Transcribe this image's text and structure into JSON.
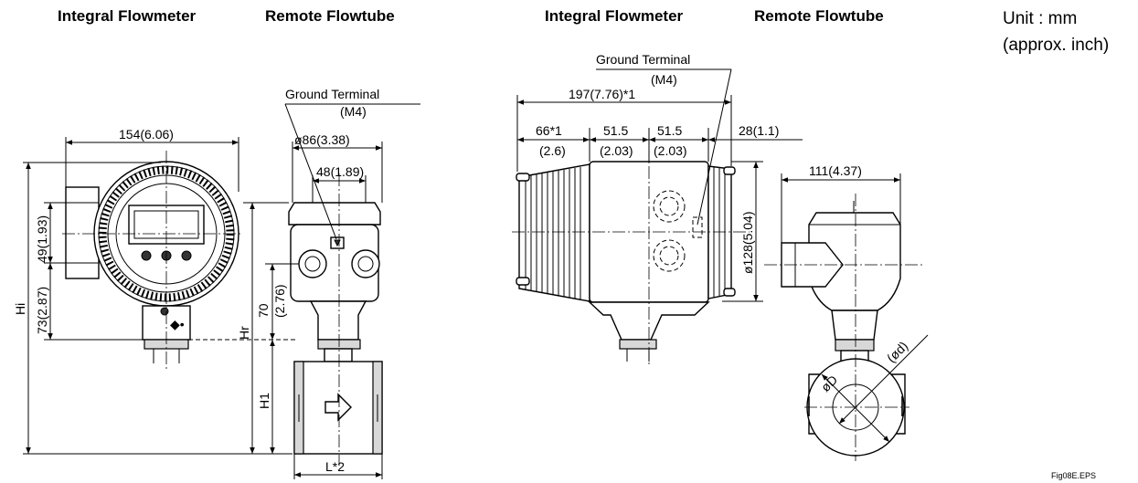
{
  "headers": {
    "left_integral": "Integral Flowmeter",
    "left_remote": "Remote Flowtube",
    "right_integral": "Integral Flowmeter",
    "right_remote": "Remote Flowtube"
  },
  "units": {
    "line1": "Unit : mm",
    "line2": "(approx. inch)"
  },
  "figure_id": "Fig08E.EPS",
  "dimensions": {
    "width_154": "154(6.06)",
    "dia_86": "ø86(3.38)",
    "w_48": "48(1.89)",
    "ground_terminal_left": "Ground Terminal",
    "m4_left": "(M4)",
    "v_49": "49(1.93)",
    "v_73": "73(2.87)",
    "hi": "Hi",
    "hr": "Hr",
    "v_70": "70",
    "v_70_inch": "(2.76)",
    "h1": "H1",
    "l_star2": "L*2",
    "ground_terminal_right": "Ground Terminal",
    "m4_right": "(M4)",
    "w_197": "197(7.76)*1",
    "w_66": "66*1",
    "w_66_inch": "(2.6)",
    "w_515a": "51.5",
    "w_515a_inch": "(2.03)",
    "w_515b": "51.5",
    "w_515b_inch": "(2.03)",
    "w_28": "28(1.1)",
    "dia_128": "ø128(5.04)",
    "w_111": "111(4.37)",
    "dia_D": "øD",
    "dia_d": "(ød)"
  }
}
